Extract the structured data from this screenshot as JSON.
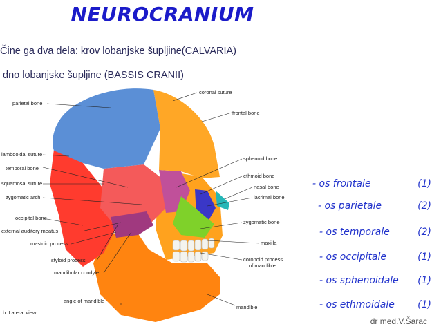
{
  "title": "NEUROCRANIUM",
  "line1": "Čine ga dva dela: krov lobanjske šupljine(CALVARIA)",
  "line2": "dno lobanjske šupljine (BASSIS CRANII)",
  "figure": {
    "labels": {
      "parietal": "parietal bone",
      "coronal": "coronal suture",
      "frontal": "frontal bone",
      "lambdoidal": "lambdoidal suture",
      "sphenoid": "sphenoid bone",
      "temporal": "temporal bone",
      "ethmoid": "ethmoid bone",
      "squamosal": "squamosal suture",
      "nasal": "nasal bone",
      "zygomatic_arch": "zygomatic arch",
      "lacrimal": "lacrimal bone",
      "occipital": "occipital bone",
      "zygomatic_bone": "zygomatic bone",
      "auditory": "external auditory meatus",
      "maxilla": "maxilla",
      "mastoid": "mastoid process",
      "coronoid": "coronoid process",
      "coronoid2": "of mandible",
      "styloid": "styloid process",
      "condyle": "mandibular condyle",
      "angle": "angle of mandible",
      "mandible": "mandible",
      "view": "b. Lateral view"
    }
  },
  "bones": [
    {
      "name": "-  os frontale",
      "count": "(1)"
    },
    {
      "name": "- os parietale",
      "count": "(2)"
    },
    {
      "name": "- os temporale",
      "count": "(2)"
    },
    {
      "name": "- os occipitale",
      "count": "(1)"
    },
    {
      "name": "- os sphenoidale",
      "count": "(1)"
    },
    {
      "name": "- os ethmoidale",
      "count": "(1)"
    }
  ],
  "credit": "dr med.V.Šarac",
  "colors": {
    "title": "#1b1bc9",
    "parietal": "#5b8fd6",
    "frontal": "#ff9a1e",
    "temporal": "#f45a5a",
    "occipital": "#ff3b2e",
    "sphenoid": "#c0509a",
    "zygomatic": "#7fd12a",
    "mandible": "#ff8a10",
    "bone_list": "#2233cc"
  }
}
